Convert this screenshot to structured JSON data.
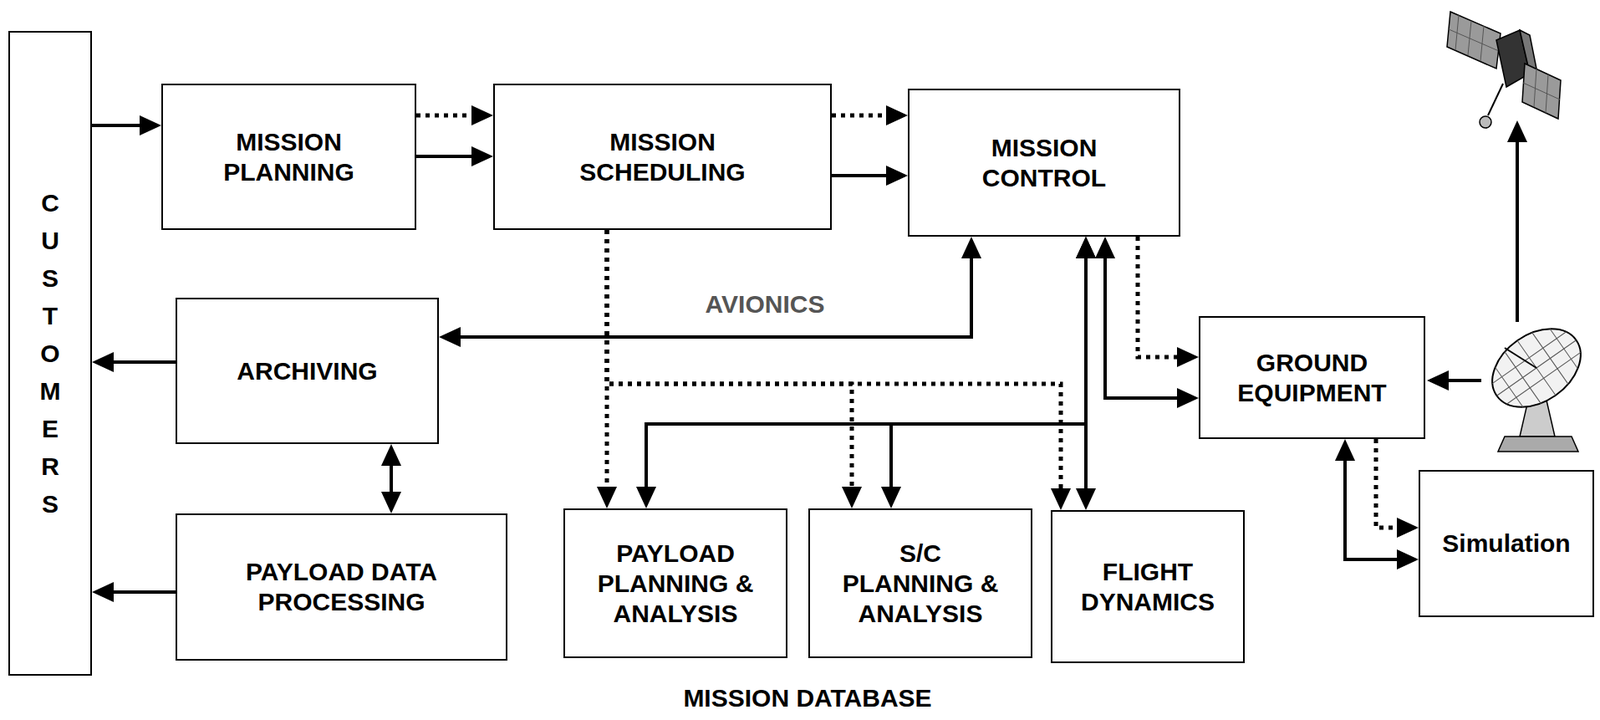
{
  "diagram": {
    "nodes": [
      {
        "text": [
          "CUSTOMERS"
        ]
      },
      {
        "text": [
          "MISSION DATABASE"
        ]
      },
      {
        "text": [
          "MISSION PLANNING"
        ],
        "in": 1
      },
      {
        "text": [
          "MISSION SCHEDULING"
        ],
        "in": 1
      },
      {
        "text": [
          "MISSION CONTROL"
        ],
        "in": 1
      },
      {
        "text": [
          "AVIONICS"
        ],
        "in": 1
      },
      {
        "text": [
          "ARCHIVING"
        ],
        "in": 1
      },
      {
        "text": [
          "GROUND EQUIPMENT"
        ]
      },
      {
        "text": [
          "PAYLOAD DATA PROCESSING"
        ],
        "in": 1
      },
      {
        "text": [
          "PAYLOAD PLANNING & ANALYSIS"
        ],
        "in": 1
      },
      {
        "text": [
          "S/C PLANNING & ANALYSIS"
        ],
        "in": 1
      },
      {
        "text": [
          "FLIGHT DYNAMICS"
        ],
        "in": 1
      },
      {
        "text": [
          "Simulation"
        ]
      }
    ],
    "edges": [
      {
        "from": 0,
        "to": 2,
        "arrow": "to"
      },
      {
        "from": 2,
        "to": 3,
        "arrow": "to"
      },
      {
        "from": 2,
        "to": 3,
        "arrow": "to"
      },
      {
        "from": 3,
        "to": 4,
        "arrow": "to"
      },
      {
        "from": 3,
        "to": 4,
        "arrow": "to"
      },
      {
        "from": 3,
        "to": 9,
        "arrow": "to"
      },
      {
        "from": 3,
        "to": 10,
        "arrow": "to"
      },
      {
        "from": 3,
        "to": 11,
        "arrow": "to"
      },
      {
        "from": 4,
        "to": 6,
        "arrow": "both"
      },
      {
        "from": 4,
        "to": 9,
        "arrow": "both"
      },
      {
        "from": 4,
        "to": 10,
        "arrow": "both"
      },
      {
        "from": 4,
        "to": 11,
        "arrow": "both"
      },
      {
        "from": 4,
        "to": 7,
        "arrow": "both"
      },
      {
        "from": 4,
        "to": 7,
        "arrow": "to"
      },
      {
        "from": 6,
        "to": 8,
        "arrow": "both"
      },
      {
        "from": 6,
        "to": 0,
        "arrow": "to"
      },
      {
        "from": 8,
        "to": 0,
        "arrow": "to"
      },
      {
        "from": 7,
        "to": 12,
        "arrow": "both"
      },
      {
        "from": 7,
        "to": 12,
        "arrow": "to"
      }
    ]
  }
}
